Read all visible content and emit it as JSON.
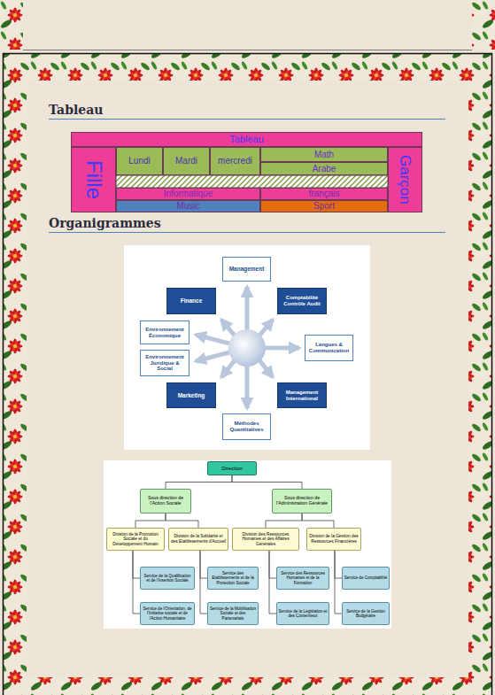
{
  "diagram": {
    "nodes": [
      {
        "text": [
          "Management"
        ]
      },
      {
        "text": [
          "Finance"
        ]
      },
      {
        "text": [
          "Comptabilité Contrôle Audit"
        ]
      },
      {
        "text": [
          "Environnement Économique"
        ]
      },
      {
        "text": [
          "Langues & Communication"
        ]
      },
      {
        "text": [
          "Environnement Juridique & Social"
        ]
      },
      {
        "text": [
          "Marketing"
        ]
      },
      {
        "text": [
          "Management International"
        ]
      },
      {
        "text": [
          "Méthodes Quantitatives"
        ]
      },
      {
        "text": [
          "Direction"
        ]
      },
      {
        "text": [
          "Sous direction de l'Action Sociale"
        ]
      },
      {
        "text": [
          "Sous direction de l'Administration Générale"
        ]
      },
      {
        "text": [
          "Division de la Promotion Sociale et du Développement Humain"
        ]
      },
      {
        "text": [
          "Division de la Solidarité et des Etablissements d'Accueil"
        ]
      },
      {
        "text": [
          "Division des Ressources Humaines et des Affaires Générales"
        ]
      },
      {
        "text": [
          "Division de la Gestion des Ressources Financières"
        ]
      },
      {
        "text": [
          "Service de la Qualification et de l'Insertion Sociale"
        ]
      },
      {
        "text": [
          "Service des Etablissements et de la Protection Sociale"
        ]
      },
      {
        "text": [
          "Service des Ressources Humaines et de la Formation"
        ]
      },
      {
        "text": [
          "Service de Comptabilité"
        ]
      },
      {
        "text": [
          "Service de l'Orientation, de l'Initiative sociale et de l'Action Humanitaire"
        ]
      },
      {
        "text": [
          "Service de la Mobilisation Sociale et des Partenariats"
        ]
      },
      {
        "text": [
          "Service de la Législation et des Contentieux"
        ]
      },
      {
        "text": [
          "Service de la Gestion Budgétaire"
        ]
      }
    ],
    "edges": [
      {
        "from": 9,
        "to": 10,
        "arrow": "none"
      },
      {
        "from": 9,
        "to": 11,
        "arrow": "none"
      },
      {
        "from": 10,
        "to": 12,
        "arrow": "none"
      },
      {
        "from": 10,
        "to": 13,
        "arrow": "none"
      },
      {
        "from": 11,
        "to": 14,
        "arrow": "none"
      },
      {
        "from": 11,
        "to": 15,
        "arrow": "none"
      },
      {
        "from": 12,
        "to": 16,
        "arrow": "none"
      },
      {
        "from": 12,
        "to": 20,
        "arrow": "none"
      },
      {
        "from": 13,
        "to": 17,
        "arrow": "none"
      },
      {
        "from": 13,
        "to": 21,
        "arrow": "none"
      },
      {
        "from": 14,
        "to": 18,
        "arrow": "none"
      },
      {
        "from": 14,
        "to": 22,
        "arrow": "none"
      },
      {
        "from": 15,
        "to": 19,
        "arrow": "none"
      },
      {
        "from": 15,
        "to": 23,
        "arrow": "none"
      }
    ],
    "labels": [
      "Tableau",
      "Tableau",
      "Fille",
      "Garçon",
      "Lundi",
      "Mardi",
      "mercredi",
      "Math",
      "Arabe",
      "Informatique",
      "français",
      "Music",
      "Sport",
      "Organigrammes"
    ]
  }
}
